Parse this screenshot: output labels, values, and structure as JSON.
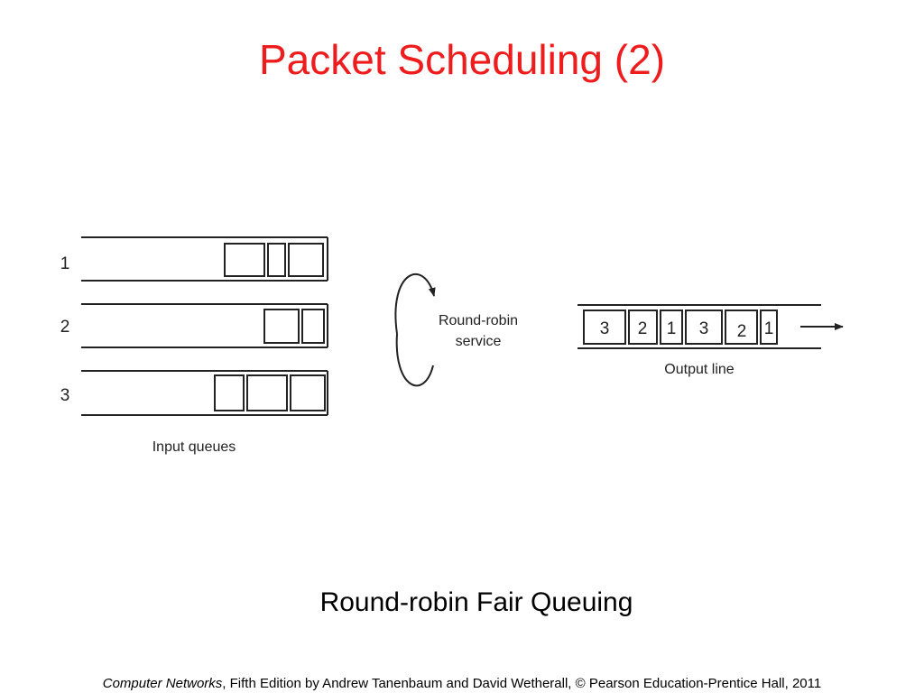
{
  "slide": {
    "title": "Packet Scheduling (2)",
    "title_color": "#ee1c1c",
    "caption": "Round-robin Fair Queuing",
    "footer": {
      "book_title": "Computer Networks",
      "rest": ", Fifth Edition by Andrew Tanenbaum and David Wetherall, © Pearson Education-Prentice Hall, 2011"
    }
  },
  "diagram": {
    "input_queues": {
      "label": "Input queues",
      "queues": [
        {
          "id": "1",
          "packets": 3
        },
        {
          "id": "2",
          "packets": 2
        },
        {
          "id": "3",
          "packets": 3
        }
      ]
    },
    "scheduler": {
      "label_line1": "Round-robin",
      "label_line2": "service",
      "icon": "circular-arrow-icon"
    },
    "output_line": {
      "label": "Output line",
      "packets": [
        "3",
        "2",
        "1",
        "3",
        "2",
        "1"
      ],
      "icon": "arrow-right-icon"
    },
    "stroke_color": "#222222"
  }
}
